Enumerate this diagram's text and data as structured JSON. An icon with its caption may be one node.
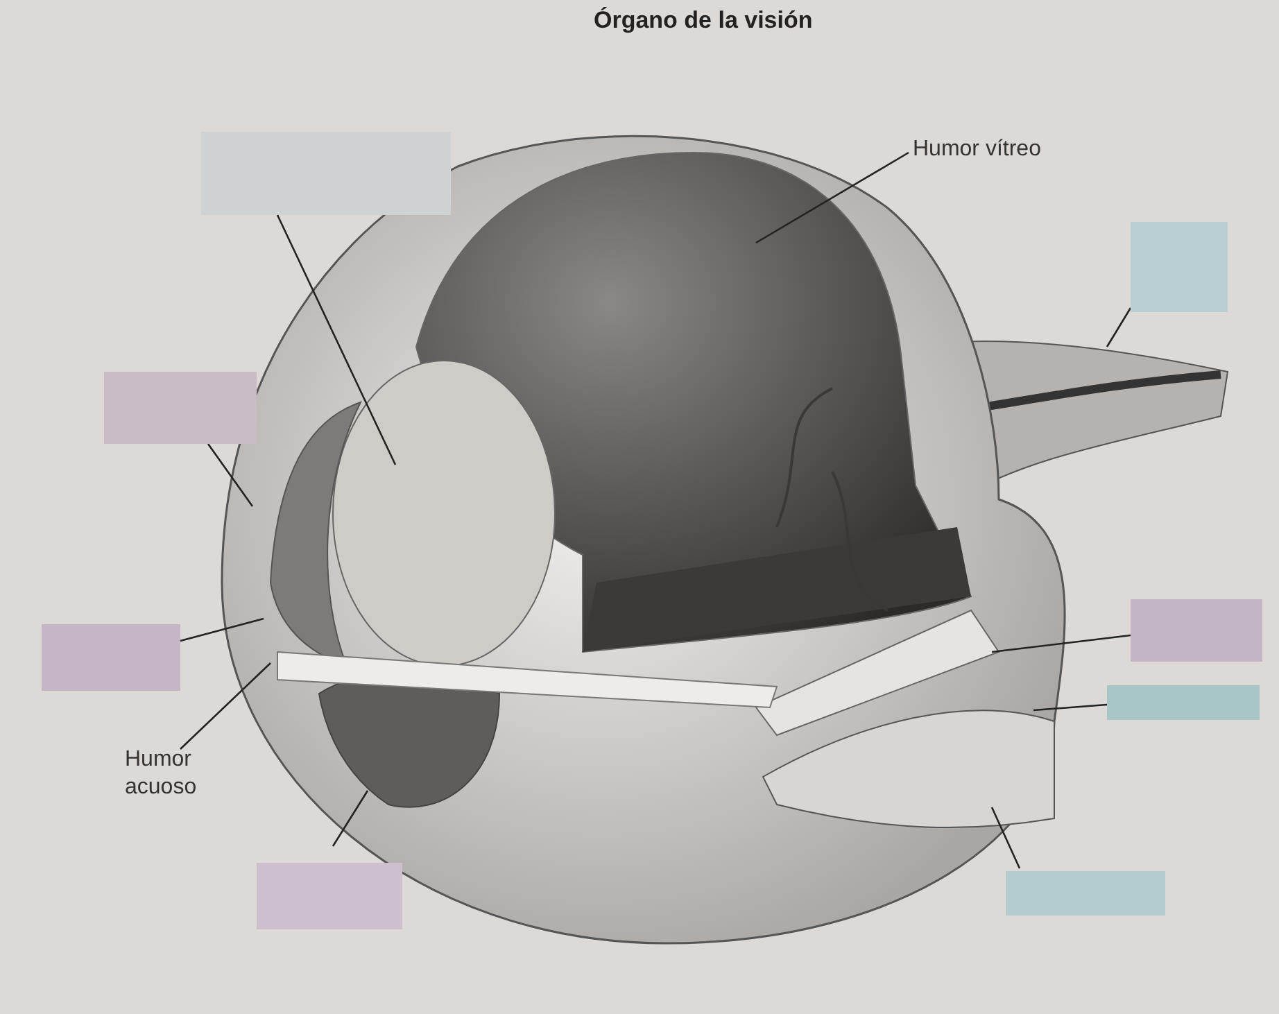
{
  "diagram": {
    "title": "Órgano de la visión",
    "nodes": [
      {
        "text": [],
        "shape": "box"
      },
      {
        "text": [
          "Humor vítreo"
        ]
      },
      {
        "text": [],
        "shape": "box"
      },
      {
        "text": [],
        "shape": "box"
      },
      {
        "text": [],
        "shape": "box"
      },
      {
        "text": [
          "Humor acuoso"
        ]
      },
      {
        "text": [],
        "shape": "box"
      },
      {
        "text": [],
        "shape": "box"
      },
      {
        "text": [],
        "shape": "box"
      },
      {
        "text": [],
        "shape": "box"
      }
    ],
    "edges": [
      {
        "from": 0,
        "to": null,
        "arrow": "none"
      },
      {
        "from": 1,
        "to": null,
        "arrow": "none"
      },
      {
        "from": 2,
        "to": null,
        "arrow": "none"
      },
      {
        "from": 3,
        "to": null,
        "arrow": "none"
      },
      {
        "from": 4,
        "to": null,
        "arrow": "none"
      },
      {
        "from": 5,
        "to": null,
        "arrow": "none"
      },
      {
        "from": 6,
        "to": null,
        "arrow": "none"
      },
      {
        "from": 7,
        "to": null,
        "arrow": "none"
      },
      {
        "from": 8,
        "to": null,
        "arrow": "none"
      },
      {
        "from": 9,
        "to": null,
        "arrow": "none"
      }
    ]
  }
}
